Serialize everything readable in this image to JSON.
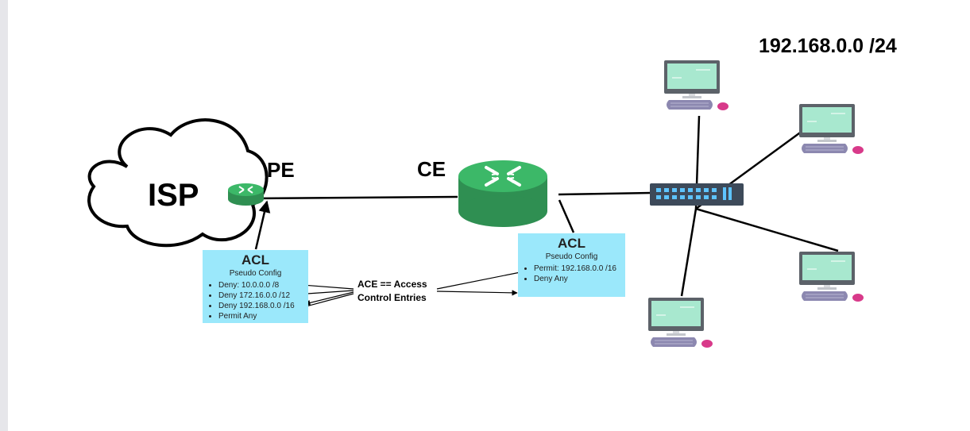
{
  "network_label": "192.168.0.0 /24",
  "isp_label": "ISP",
  "pe_label": "PE",
  "ce_label": "CE",
  "ace_note": {
    "line1": "ACE == Access",
    "line2": "Control Entries"
  },
  "acl_pe": {
    "title": "ACL",
    "subtitle": "Pseudo Config",
    "entries": [
      "Deny: 10.0.0.0 /8",
      "Deny 172.16.0.0 /12",
      "Deny 192.168.0.0 /16",
      "Permit Any"
    ]
  },
  "acl_ce": {
    "title": "ACL",
    "subtitle": "Pseudo Config",
    "entries": [
      "Permit: 192.168.0.0 /16",
      "Deny Any"
    ]
  },
  "colors": {
    "acl_box": "#9be8fb",
    "router": "#3cb868",
    "screen": "#a8e8cf",
    "keyboard": "#8c88b0",
    "mouse": "#d83a8a",
    "switch": "#3d4a5a"
  }
}
